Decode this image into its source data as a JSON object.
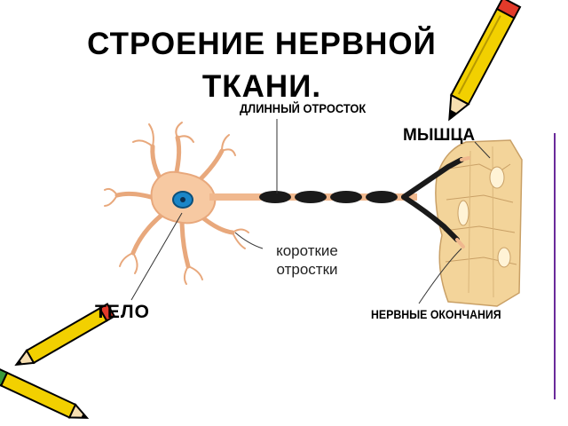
{
  "title_lines": [
    "СТРОЕНИЕ НЕРВНОЙ",
    "ТКАНИ."
  ],
  "labels": {
    "long_process": "ДЛИННЫЙ ОТРОСТОК",
    "muscle": "МЫШЦА",
    "short_processes": [
      "короткие",
      "отростки"
    ],
    "cell_body": "ТЕЛО",
    "nerve_endings": "НЕРВНЫЕ ОКОНЧАНИЯ"
  },
  "colors": {
    "cell_body": "#f7c9a2",
    "nucleus": "#1a86c8",
    "axon": "#f0b88e",
    "myelin": "#1a1a1a",
    "muscle": "#f3d49a",
    "pencil_yellow": "#f2d000",
    "pencil_red": "#e23a2a",
    "accent_line": "#6a2a9a"
  },
  "icons": [
    "pencil-icon-top-right",
    "pencil-icon-bottom-left"
  ]
}
